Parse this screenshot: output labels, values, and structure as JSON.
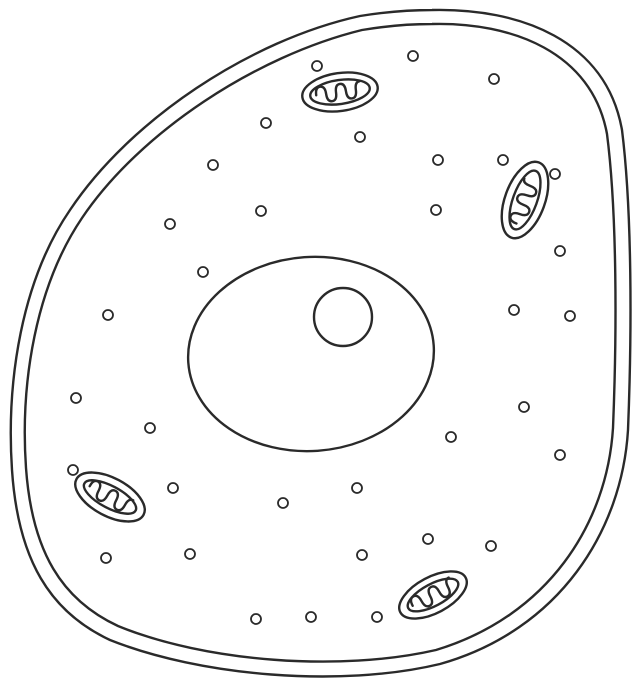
{
  "diagram": {
    "subject": "cell",
    "labels": [],
    "colors": {
      "line": "#2a2a2a",
      "background": "#ffffff"
    },
    "parts": {
      "cell_membrane": "outer-membrane",
      "cytoplasm_boundary": "inner-membrane",
      "nucleus": "nucleus",
      "nucleolus": "nucleolus",
      "mitochondria_count": 4,
      "small_granules_count": 34
    }
  }
}
